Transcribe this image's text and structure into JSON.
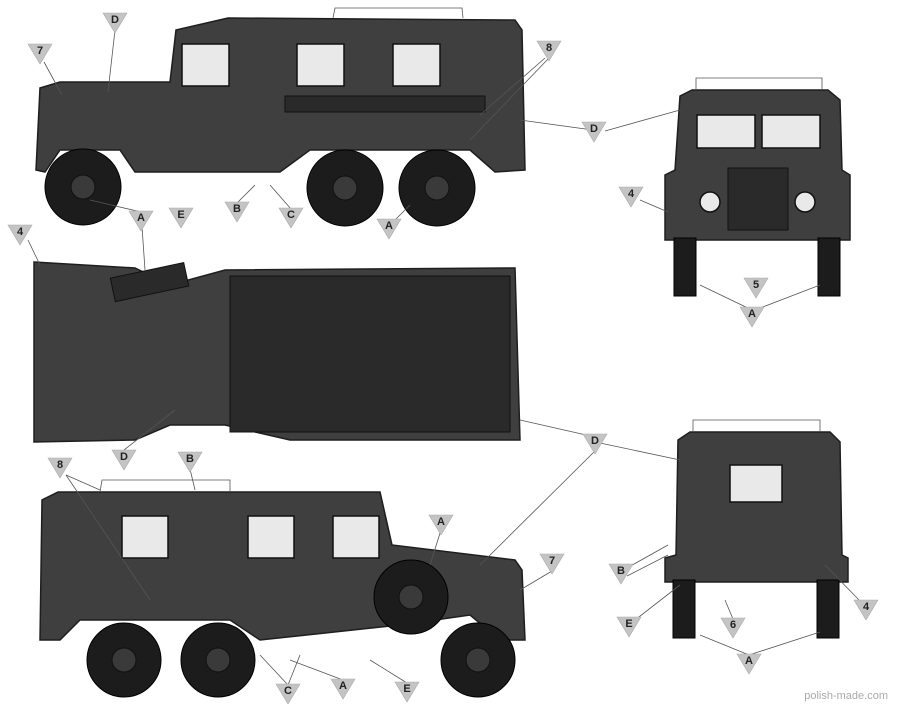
{
  "callouts": [
    "D",
    "7",
    "8",
    "D",
    "4",
    "A",
    "E",
    "B",
    "C",
    "A",
    "4",
    "5",
    "A",
    "D",
    "D",
    "8",
    "B",
    "A",
    "7",
    "B",
    "4",
    "E",
    "6",
    "A",
    "C",
    "A",
    "E"
  ],
  "watermark": "polish-made.com",
  "colors": {
    "vehicle": "#3f3f3f",
    "callout": "#c4c4c4",
    "window": "#e9e9e9"
  }
}
